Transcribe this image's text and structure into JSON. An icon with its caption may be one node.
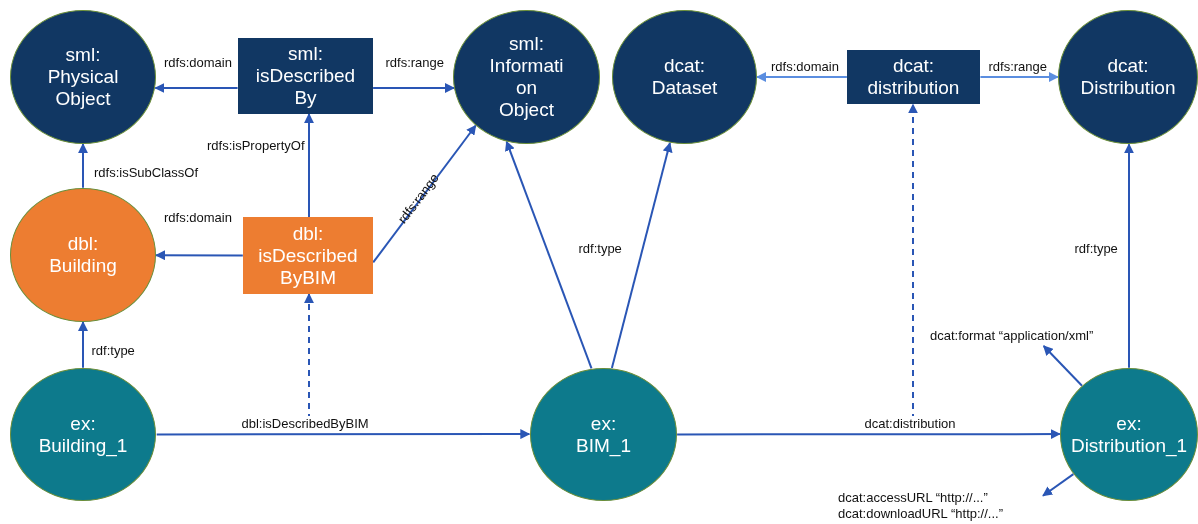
{
  "diagram": {
    "nodes": [
      {
        "text": [
          "sml: Physical Object"
        ]
      },
      {
        "text": [
          "sml: isDescribed By"
        ]
      },
      {
        "text": [
          "sml: Informati on Object"
        ]
      },
      {
        "text": [
          "dcat: Dataset"
        ]
      },
      {
        "text": [
          "dcat: distribution"
        ]
      },
      {
        "text": [
          "dcat: Distribution"
        ]
      },
      {
        "text": [
          "dbl: Building"
        ]
      },
      {
        "text": [
          "dbl: isDescribed ByBIM"
        ]
      },
      {
        "text": [
          "ex: Building_1"
        ]
      },
      {
        "text": [
          "ex: BIM_1"
        ]
      },
      {
        "text": [
          "ex: Distribution_1"
        ]
      },
      {
        "text": [
          "dcat:format “application/xml”"
        ]
      },
      {
        "text": [
          "dcat:accessURL “http://...”",
          "dcat:downloadURL  “http://...”"
        ]
      }
    ],
    "edges": [
      {
        "from": 1,
        "to": 0,
        "arrow": "to",
        "label": "rdfs:domain"
      },
      {
        "from": 1,
        "to": 2,
        "arrow": "to",
        "label": "rdfs:range"
      },
      {
        "from": 4,
        "to": 3,
        "arrow": "to",
        "label": "rdfs:domain",
        "color": "#5b8ee0"
      },
      {
        "from": 4,
        "to": 5,
        "arrow": "to",
        "label": "rdfs:range",
        "color": "#5b8ee0"
      },
      {
        "from": 6,
        "to": 0,
        "arrow": "to",
        "label": "rdfs:isSubClassOf"
      },
      {
        "from": 7,
        "to": 1,
        "arrow": "to",
        "label": "rdfs:isPropertyOf"
      },
      {
        "from": 7,
        "to": 6,
        "arrow": "to",
        "label": "rdfs:domain"
      },
      {
        "from": 7,
        "to": 2,
        "arrow": "to",
        "label": "rdfs:range"
      },
      {
        "from": 8,
        "to": 6,
        "arrow": "to",
        "label": "rdf:type"
      },
      {
        "from": 8,
        "to": 9,
        "arrow": "to",
        "label": "dbl:isDescribedByBIM"
      },
      {
        "from": null,
        "to": 7,
        "arrow": "to",
        "style": "dashed"
      },
      {
        "from": 9,
        "to": 2,
        "arrow": "to",
        "label": "rdf:type"
      },
      {
        "from": 9,
        "to": 3,
        "arrow": "to"
      },
      {
        "from": 9,
        "to": 10,
        "arrow": "to",
        "label": "dcat:distribution"
      },
      {
        "from": null,
        "to": 4,
        "arrow": "to",
        "style": "dashed"
      },
      {
        "from": 10,
        "to": 5,
        "arrow": "to",
        "label": "rdf:type"
      },
      {
        "from": 10,
        "to": 11,
        "arrow": "to"
      },
      {
        "from": 10,
        "to": 12,
        "arrow": "to"
      }
    ]
  }
}
